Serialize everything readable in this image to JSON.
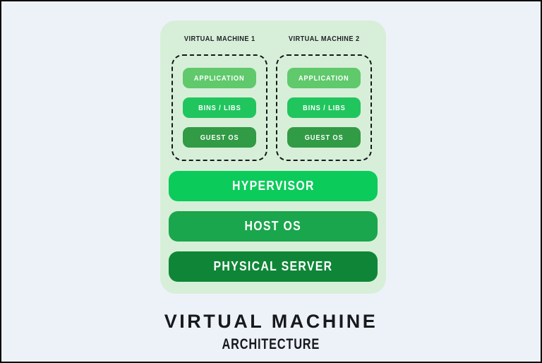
{
  "diagram": {
    "title": "VIRTUAL MACHINE",
    "subtitle": "ARCHITECTURE",
    "vm_groups": [
      {
        "label": "VIRTUAL MACHINE 1",
        "layers": [
          {
            "label": "APPLICATION"
          },
          {
            "label": "BINS / LIBS"
          },
          {
            "label": "GUEST OS"
          }
        ]
      },
      {
        "label": "VIRTUAL MACHINE 2",
        "layers": [
          {
            "label": "APPLICATION"
          },
          {
            "label": "BINS / LIBS"
          },
          {
            "label": "GUEST OS"
          }
        ]
      }
    ],
    "stack_layers": [
      {
        "label": "HYPERVISOR"
      },
      {
        "label": "HOST OS"
      },
      {
        "label": "PHYSICAL SERVER"
      }
    ]
  },
  "colors": {
    "page_bg": "#EDF2F9",
    "frame_border": "#0b0b0b",
    "panel_bg": "#D7EFD8",
    "application": "#5FC96C",
    "bins_libs": "#21C55D",
    "guest_os": "#319B45",
    "hypervisor": "#0BCB5B",
    "host_os": "#1AA64C",
    "physical_server": "#0F8637",
    "label_text": "#1e2124",
    "chip_text": "#ffffff"
  }
}
